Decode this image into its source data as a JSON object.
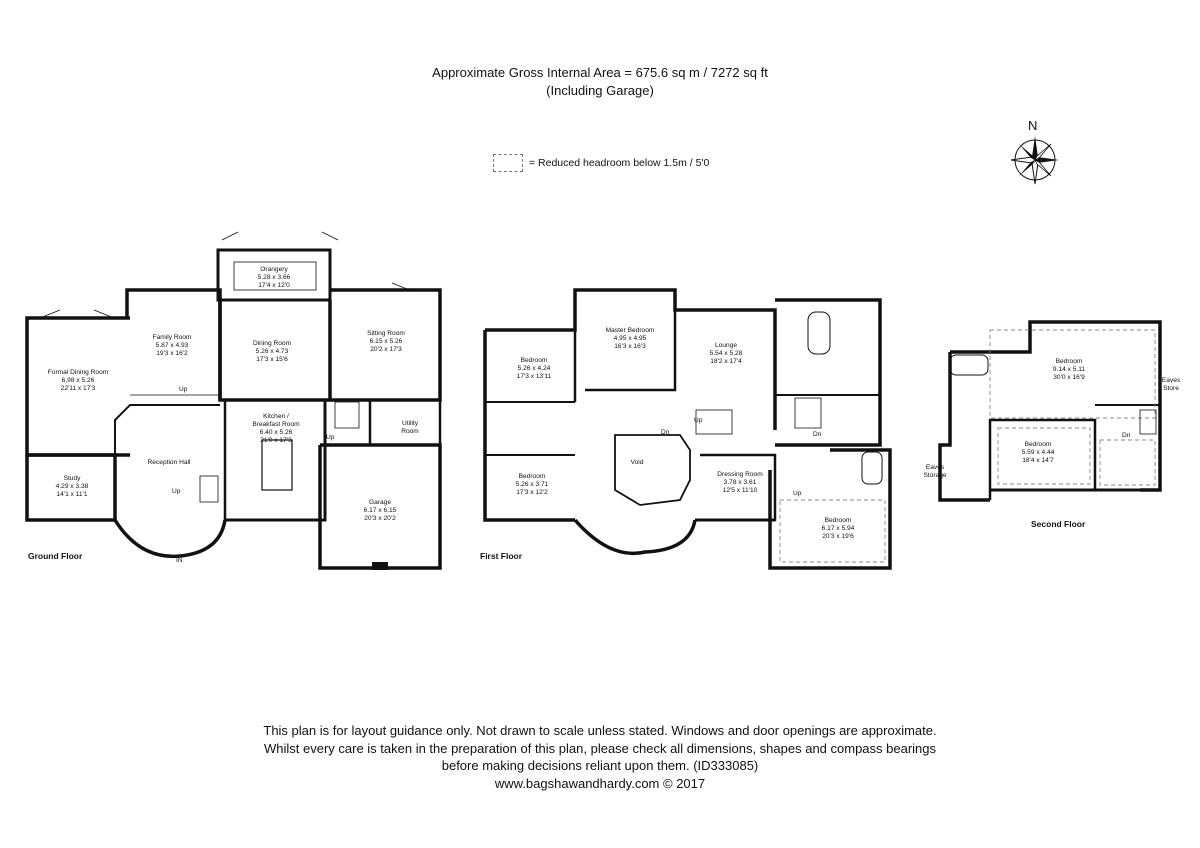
{
  "header": {
    "area_line": "Approximate Gross Internal Area = 675.6 sq m / 7272 sq ft",
    "sub_line": "(Including Garage)"
  },
  "legend": {
    "text": "= Reduced headroom below 1.5m / 5'0"
  },
  "compass": {
    "label": "N"
  },
  "floors": {
    "ground": {
      "label": "Ground Floor",
      "rooms": {
        "orangery": {
          "name": "Orangery",
          "metric": "5.28 x 3.66",
          "imperial": "17'4 x 12'0"
        },
        "family_room": {
          "name": "Family Room",
          "metric": "5.87 x 4.93",
          "imperial": "19'3 x 16'2"
        },
        "dining_room": {
          "name": "Dining Room",
          "metric": "5.26 x 4.73",
          "imperial": "17'3 x 15'6"
        },
        "sitting_room": {
          "name": "Sitting Room",
          "metric": "6.15 x 5.26",
          "imperial": "20'2 x 17'3"
        },
        "formal_dining": {
          "name": "Formal Dining Room",
          "metric": "6.98 x 5.26",
          "imperial": "22'11 x 17'3"
        },
        "kitchen": {
          "name": "Kitchen /",
          "name2": "Breakfast Room",
          "metric": "6.40 x 5.26",
          "imperial": "21'0 x 17'3"
        },
        "utility": {
          "name": "Utility",
          "name2": "Room"
        },
        "reception": {
          "name": "Reception Hall"
        },
        "study": {
          "name": "Study",
          "metric": "4.29 x 3.38",
          "imperial": "14'1 x 11'1"
        },
        "garage": {
          "name": "Garage",
          "metric": "6.17 x 6.15",
          "imperial": "20'3 x 20'2"
        }
      },
      "marks": {
        "up": "Up",
        "in": "IN"
      }
    },
    "first": {
      "label": "First Floor",
      "rooms": {
        "bedroom_a": {
          "name": "Bedroom",
          "metric": "5.26 x 4.24",
          "imperial": "17'3 x 13'11"
        },
        "master": {
          "name": "Master Bedroom",
          "metric": "4.95 x 4.95",
          "imperial": "16'3 x 16'3"
        },
        "lounge": {
          "name": "Lounge",
          "metric": "5.54 x 5.28",
          "imperial": "18'2 x 17'4"
        },
        "bedroom_b": {
          "name": "Bedroom",
          "metric": "5.26 x 3.71",
          "imperial": "17'3 x 12'2"
        },
        "void": {
          "name": "Void"
        },
        "dressing": {
          "name": "Dressing Room",
          "metric": "3.78 x 3.61",
          "imperial": "12'5 x 11'10"
        },
        "bedroom_c": {
          "name": "Bedroom",
          "metric": "6.17 x 5.94",
          "imperial": "20'3 x 19'6"
        }
      },
      "marks": {
        "dn": "Dn",
        "up": "Up"
      }
    },
    "second": {
      "label": "Second Floor",
      "rooms": {
        "bedroom_a": {
          "name": "Bedroom",
          "metric": "9.14 x 5.11",
          "imperial": "30'0 x 16'9"
        },
        "bedroom_b": {
          "name": "Bedroom",
          "metric": "5.59 x 4.44",
          "imperial": "18'4 x 14'7"
        },
        "eaves_store": {
          "name": "Eaves",
          "name2": "Store"
        },
        "eaves_storage": {
          "name": "Eaves",
          "name2": "Storage"
        }
      },
      "marks": {
        "dn": "Dn"
      }
    }
  },
  "footer": {
    "line1": "This plan is for layout guidance only. Not drawn to scale unless stated. Windows and door openings are approximate.",
    "line2": "Whilst every care is taken in the preparation of this plan, please check all dimensions, shapes and compass bearings",
    "line3": "before making decisions reliant upon them. (ID333085)",
    "line4": "www.bagshawandhardy.com © 2017"
  },
  "colors": {
    "wall": "#111111",
    "dashed": "#888888",
    "background": "#ffffff"
  }
}
